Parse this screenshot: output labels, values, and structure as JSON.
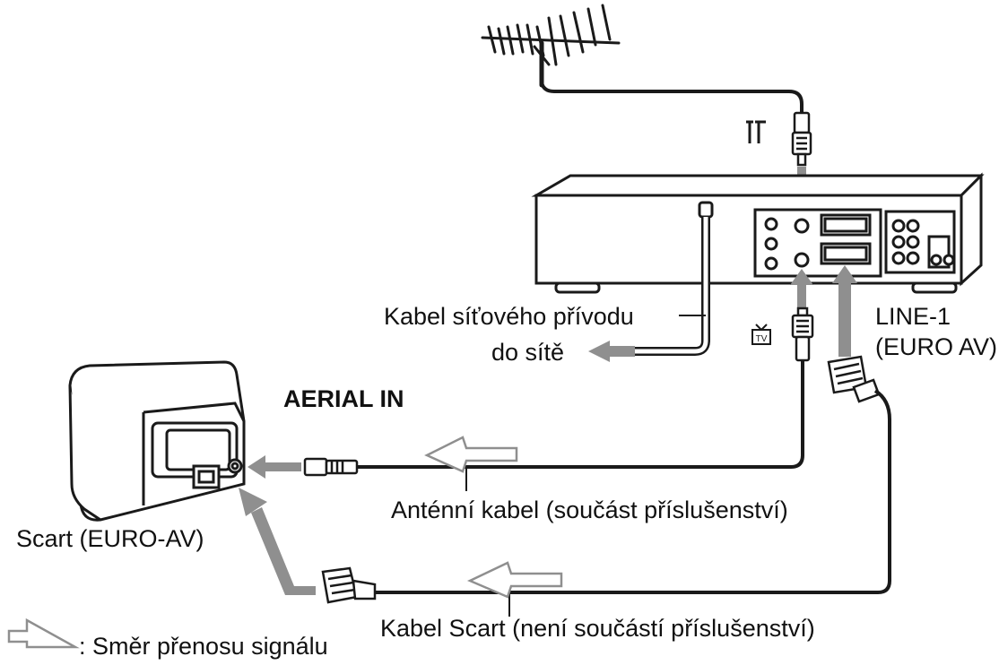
{
  "labels": {
    "mains_cable": "Kabel síťového přívodu",
    "to_mains": "do sítě",
    "line1": "LINE-1",
    "euro_av": "(EURO AV)",
    "aerial_in": "AERIAL IN",
    "aerial_cable": "Anténní kabel (součást příslušenství)",
    "scart_tv": "Scart (EURO-AV)",
    "scart_cable": "Kabel Scart (není součástí příslušenství)",
    "legend": ": Směr přenosu signálu"
  },
  "colors": {
    "line": "#1a1a1a",
    "signal_arrow": "#8f8f8f",
    "device_fill": "#ffffff"
  },
  "icons": [
    "antenna-icon",
    "antenna-input-symbol",
    "tv-output-symbol",
    "signal-direction-arrow-icon"
  ]
}
